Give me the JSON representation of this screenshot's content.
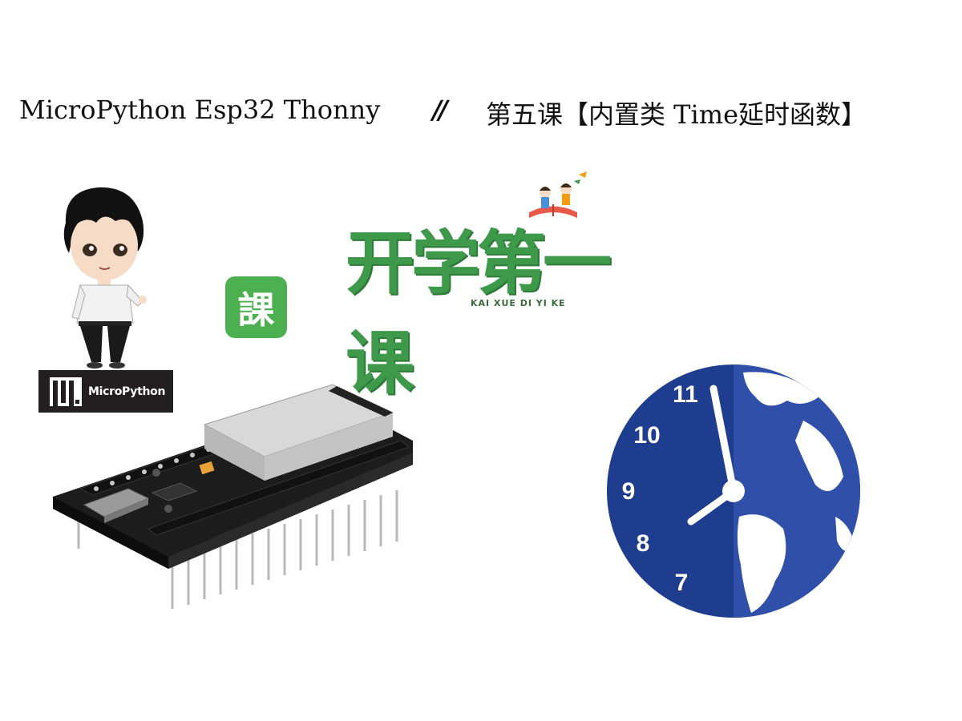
{
  "title": {
    "left": "MicroPython Esp32 Thonny",
    "separator": "//",
    "right": "第五课【内置类 Time延时函数】"
  },
  "badge": {
    "text": "MicroPython"
  },
  "ke_icon": {
    "glyph": "課",
    "color": "#4caf50"
  },
  "logo": {
    "main": "开学第一课",
    "sub": "KAI XUE DI YI KE",
    "color": "#3e9a4a"
  },
  "clock": {
    "numbers": [
      "11",
      "10",
      "9",
      "8",
      "7"
    ],
    "color": "#1e3d8f"
  },
  "icons": {
    "avatar": "cartoon-boy-avatar",
    "board": "esp32-board-image",
    "clock": "world-clock-icon"
  }
}
